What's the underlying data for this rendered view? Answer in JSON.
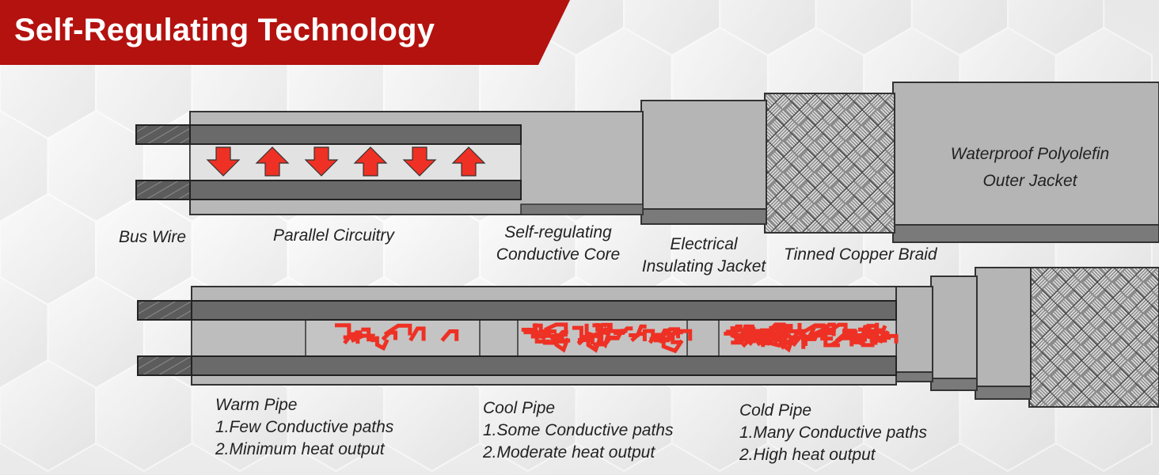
{
  "title": "Self-Regulating Technology",
  "colors": {
    "banner": "#b3120f",
    "accent_red": "#ee3124",
    "cable_gray": "#b3b3b3",
    "dark_gray": "#555555"
  },
  "top_cable": {
    "labels": {
      "bus_wire": "Bus Wire",
      "parallel_circuitry": "Parallel Circuitry",
      "conductive_core_line1": "Self-regulating",
      "conductive_core_line2": "Conductive Core",
      "insulating_jacket_line1": "Electrical",
      "insulating_jacket_line2": "Insulating Jacket",
      "copper_braid": "Tinned Copper Braid",
      "outer_jacket_line1": "Waterproof Polyolefin",
      "outer_jacket_line2": "Outer Jacket"
    },
    "arrows": [
      "down",
      "up",
      "down",
      "up",
      "down",
      "up"
    ]
  },
  "bottom_cable": {
    "sections": [
      {
        "title": "Warm Pipe",
        "line1": "1.Few Conductive paths",
        "line2": "2.Minimum heat output"
      },
      {
        "title": "Cool Pipe",
        "line1": "1.Some Conductive paths",
        "line2": "2.Moderate heat output"
      },
      {
        "title": "Cold Pipe",
        "line1": "1.Many Conductive paths",
        "line2": "2.High heat output"
      }
    ]
  }
}
